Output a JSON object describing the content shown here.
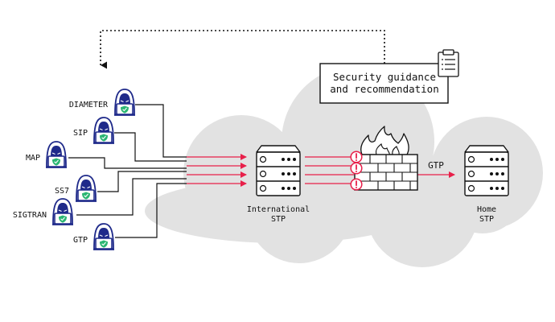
{
  "colors": {
    "cloud": "#e2e2e2",
    "attack_flow": "#e8204a",
    "hacker": "#1f2a8a",
    "shield": "#2bb673",
    "line": "#111111",
    "flame": "#ffffff"
  },
  "attackers": [
    {
      "label": "DIAMETER",
      "icon": "hacker-icon"
    },
    {
      "label": "SIP",
      "icon": "hacker-icon"
    },
    {
      "label": "MAP",
      "icon": "hacker-icon"
    },
    {
      "label": "SS7",
      "icon": "hacker-icon"
    },
    {
      "label": "SIGTRAN",
      "icon": "hacker-icon"
    },
    {
      "label": "GTP",
      "icon": "hacker-icon"
    }
  ],
  "international_stp": {
    "line1": "International",
    "line2": "STP",
    "icon": "server-icon"
  },
  "home_stp": {
    "line1": "Home",
    "line2": "STP",
    "icon": "server-icon"
  },
  "firewall": {
    "icon": "firewall-icon",
    "alert_icon": "exclamation-icon",
    "alert_glyph": "!"
  },
  "gtp_link_label": "GTP",
  "guidance": {
    "line1": "Security guidance",
    "line2": "and recommendation",
    "icon": "clipboard-icon"
  }
}
